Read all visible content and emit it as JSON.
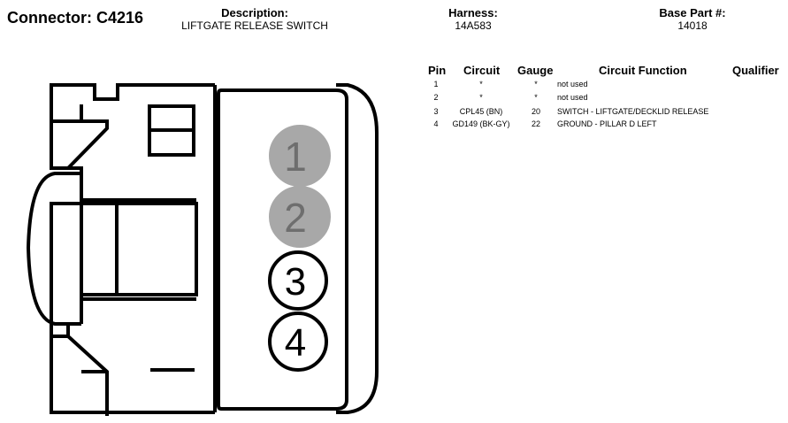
{
  "connector": {
    "title": "Connector: C4216"
  },
  "description": {
    "label": "Description:",
    "value": "LIFTGATE RELEASE SWITCH"
  },
  "harness": {
    "label": "Harness:",
    "value": "14A583"
  },
  "base_part": {
    "label": "Base Part #:",
    "value": "14018"
  },
  "table": {
    "headers": {
      "pin": "Pin",
      "circuit": "Circuit",
      "gauge": "Gauge",
      "function": "Circuit Function",
      "qualifier": "Qualifier"
    },
    "rows": [
      {
        "pin": "1",
        "circuit": "*",
        "gauge": "*",
        "function": "not used",
        "qualifier": ""
      },
      {
        "pin": "2",
        "circuit": "*",
        "gauge": "*",
        "function": "not used",
        "qualifier": ""
      },
      {
        "pin": "3",
        "circuit": "CPL45 (BN)",
        "gauge": "20",
        "function": "SWITCH - LIFTGATE/DECKLID RELEASE",
        "qualifier": ""
      },
      {
        "pin": "4",
        "circuit": "GD149 (BK-GY)",
        "gauge": "22",
        "function": "GROUND - PILLAR D LEFT",
        "qualifier": ""
      }
    ]
  },
  "face": {
    "pins": [
      {
        "label": "1",
        "state": "not used"
      },
      {
        "label": "2",
        "state": "not used"
      },
      {
        "label": "3",
        "state": "used"
      },
      {
        "label": "4",
        "state": "used"
      }
    ],
    "colors": {
      "unused_fill": "#a8a8a8",
      "used_fill": "#ffffff",
      "stroke": "#000000"
    }
  }
}
